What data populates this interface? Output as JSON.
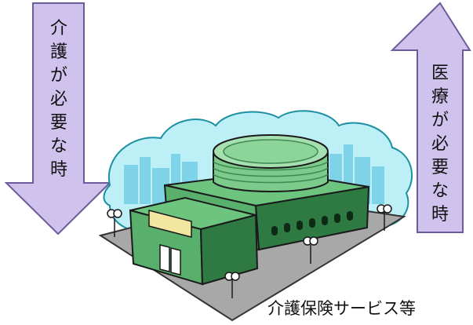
{
  "left_arrow": {
    "direction": "down",
    "text": "介護が必要な時",
    "color": "#CFC3EE"
  },
  "right_arrow": {
    "direction": "up",
    "text": "医療が必要な時",
    "color": "#CFC3EE"
  },
  "caption": "介護保険サービス等",
  "colors": {
    "cloud": "#BDEFF7",
    "cloud_outline": "#1C8FA3",
    "building_green": "#6CC47F",
    "building_dark": "#2F7A43",
    "ground": "#A8A8A8"
  }
}
